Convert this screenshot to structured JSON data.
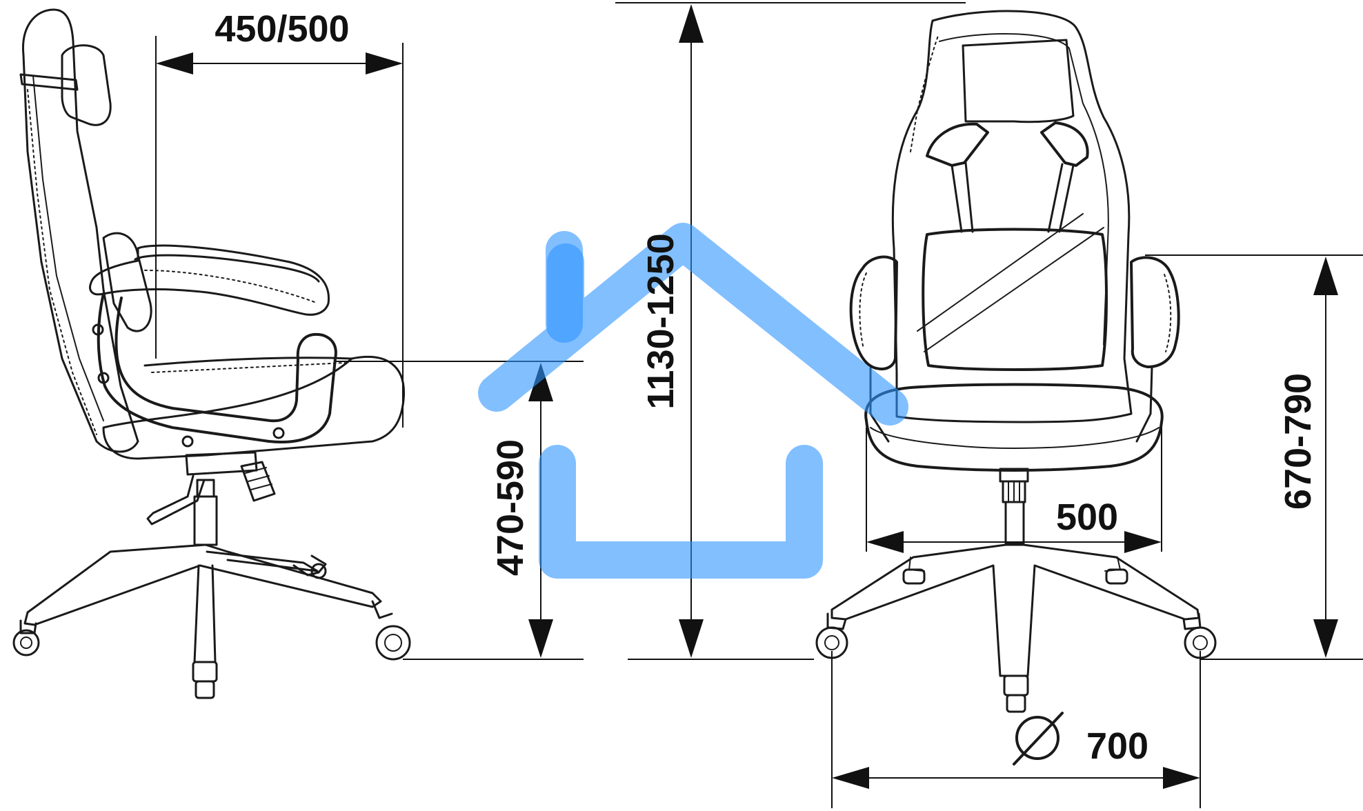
{
  "diagram": {
    "dimensions": {
      "seat_depth": "450/500",
      "total_height": "1130-1250",
      "seat_height": "470-590",
      "seat_width": "500",
      "armrest_height": "670-790",
      "base_diameter_symbol": "Ø",
      "base_diameter": "700"
    },
    "colors": {
      "line": "#1a1a1a",
      "watermark": "#2f95ff"
    },
    "icons": [
      "side-view-chair",
      "front-view-chair",
      "house-watermark-icon",
      "diameter-icon"
    ]
  }
}
